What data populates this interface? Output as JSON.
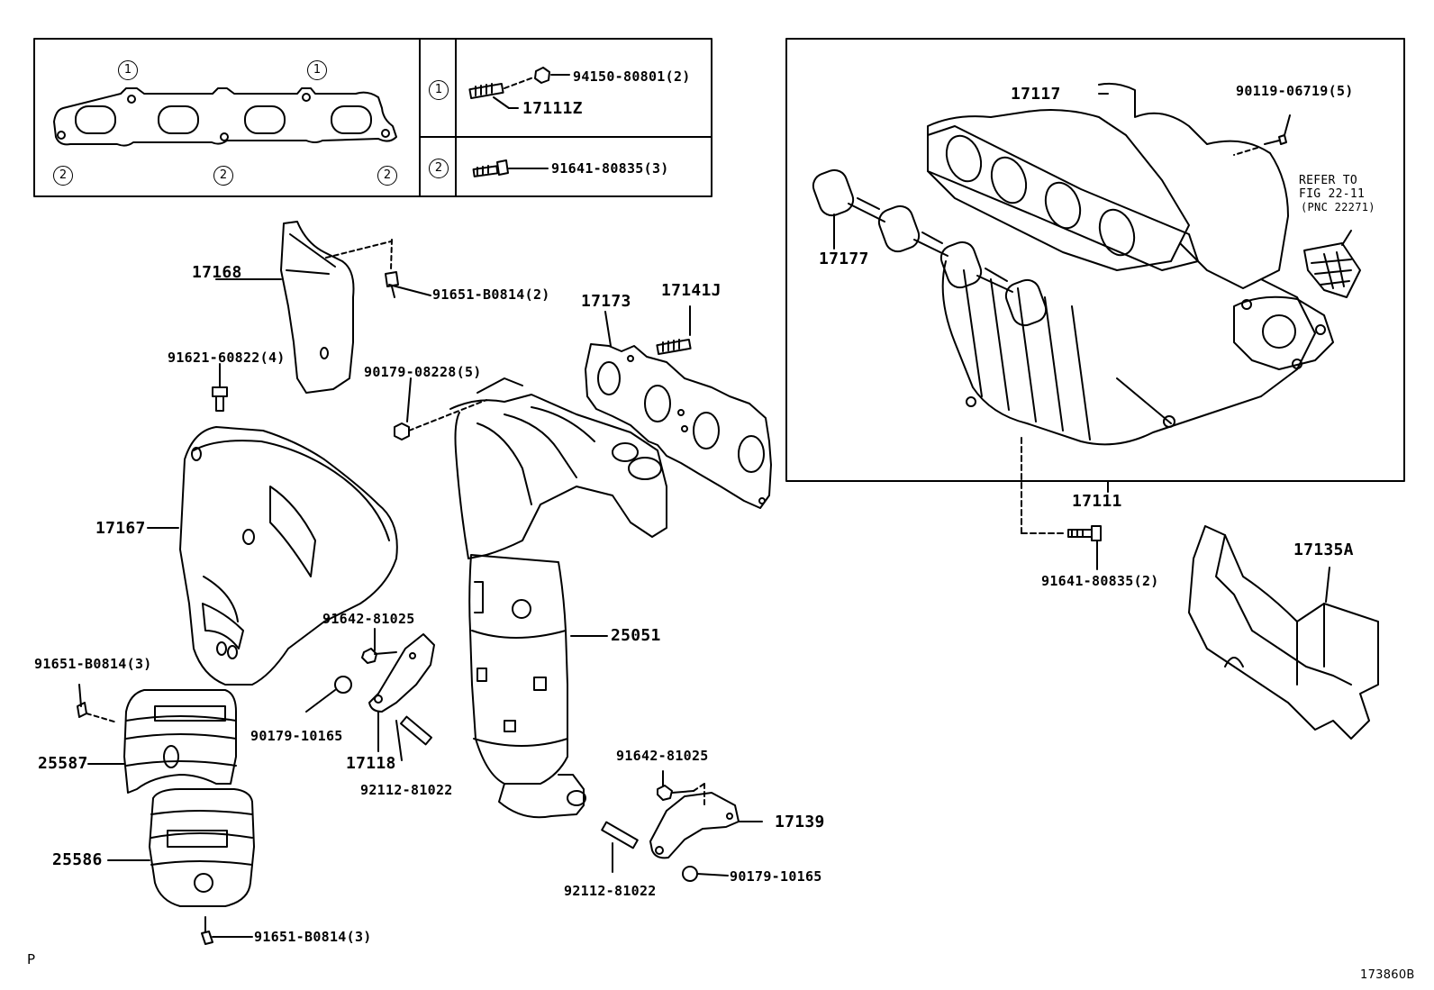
{
  "callouts": {
    "c1": "1",
    "c2": "2"
  },
  "labels": {
    "p94150": "94150-80801(2)",
    "p17111z": "17111Z",
    "p91641a": "91641-80835(3)",
    "p17117": "17117",
    "p90119": "90119-06719(5)",
    "refer1": "REFER TO",
    "refer2": "FIG 22-11",
    "refer3": "(PNC 22271)",
    "p17177": "17177",
    "p17168": "17168",
    "p91651a": "91651-B0814(2)",
    "p17173": "17173",
    "p17141j": "17141J",
    "p91621": "91621-60822(4)",
    "p90179a": "90179-08228(5)",
    "p17167": "17167",
    "p17111": "17111",
    "p91641b": "91641-80835(2)",
    "p17135a": "17135A",
    "p91642a": "91642-81025",
    "p25051": "25051",
    "p91651b": "91651-B0814(3)",
    "p90179b": "90179-10165",
    "p25587": "25587",
    "p17118": "17118",
    "p92112a": "92112-81022",
    "p91642b": "91642-81025",
    "p17139": "17139",
    "p25586": "25586",
    "p92112b": "92112-81022",
    "p90179c": "90179-10165",
    "p91651c": "91651-B0814(3)",
    "corner_p": "P",
    "fig_code": "173860B"
  }
}
